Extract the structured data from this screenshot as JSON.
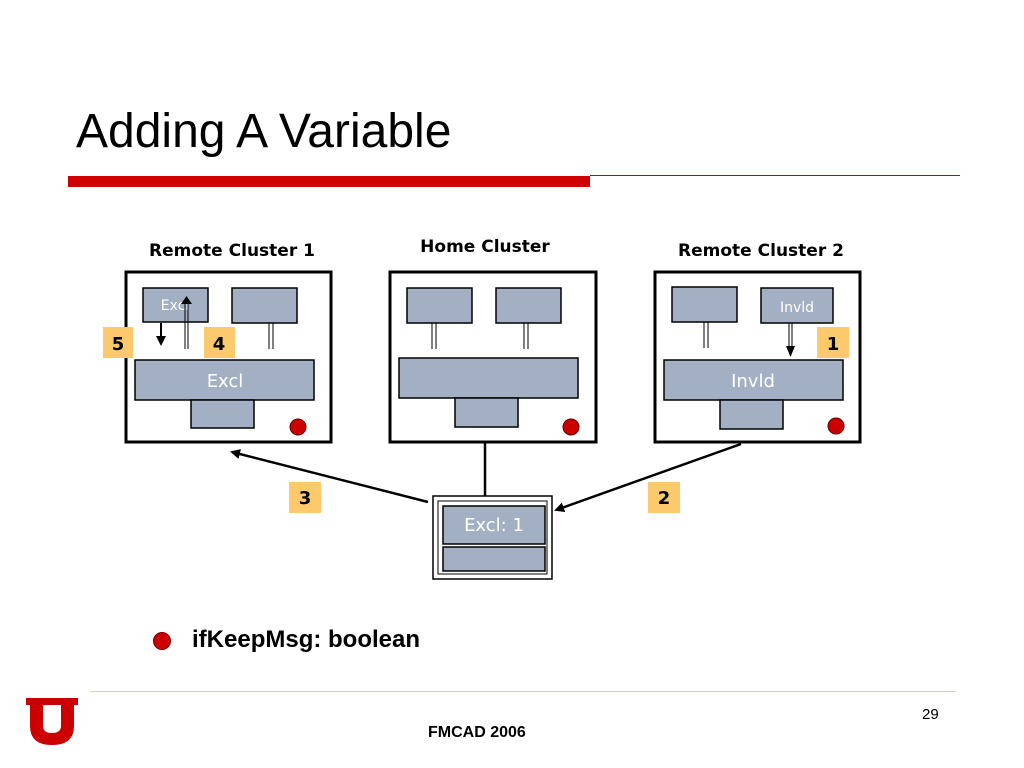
{
  "slide": {
    "title": "Adding A Variable",
    "page_number": "29",
    "footer": "FMCAD 2006"
  },
  "colors": {
    "accent": "#d00000",
    "block_fill": "#a3b0c4",
    "badge_fill": "#fcca6c",
    "flag_red": "#cc0000"
  },
  "logo": {
    "name": "university-of-utah-u-logo",
    "text": "U"
  },
  "diagram": {
    "clusters": {
      "remote1": {
        "label": "Remote Cluster 1",
        "cache_state": "Excl",
        "bus_state": "Excl"
      },
      "home": {
        "label": "Home Cluster"
      },
      "remote2": {
        "label": "Remote Cluster 2",
        "cache_state": "Invld",
        "bus_state": "Invld"
      }
    },
    "directory": {
      "entry": "Excl: 1"
    },
    "steps": {
      "s1": "1",
      "s2": "2",
      "s3": "3",
      "s4": "4",
      "s5": "5"
    }
  },
  "legend": {
    "bullet_icon": "red-circle-icon",
    "text": "ifKeepMsg: boolean"
  }
}
